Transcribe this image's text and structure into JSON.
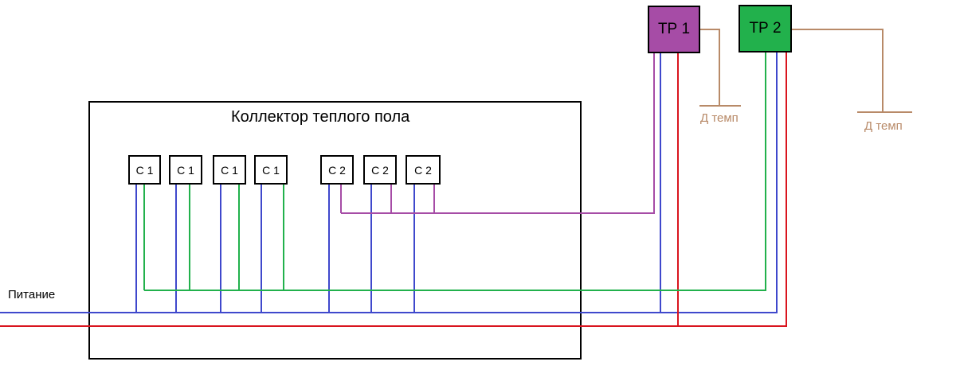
{
  "diagram": {
    "collector_title": "Коллектор теплого пола",
    "supply_label": "Питание",
    "circuits": [
      "С 1",
      "С 1",
      "С 1",
      "С 1",
      "С 2",
      "С 2",
      "С 2"
    ],
    "thermostats": [
      {
        "label": "ТР 1",
        "color": "#a64ca6"
      },
      {
        "label": "ТР 2",
        "color": "#22b14c"
      }
    ],
    "sensors": [
      "Д темп",
      "Д темп"
    ],
    "wire_colors": {
      "blue": "#3f48cc",
      "red": "#d9141e",
      "green": "#22b14c",
      "purple": "#a64ca6",
      "brown": "#b88a68",
      "black": "#000000"
    }
  }
}
